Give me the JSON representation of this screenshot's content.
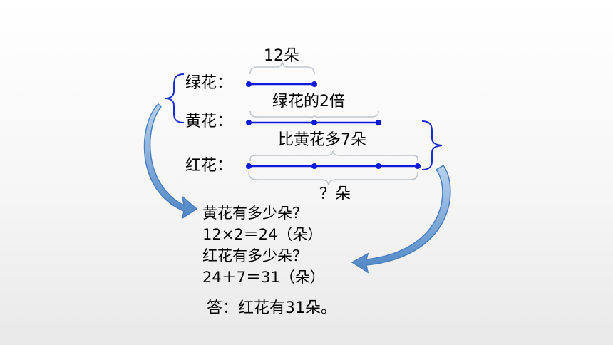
{
  "labels": {
    "green": "绿花：",
    "yellow": "黄花：",
    "red": "红花："
  },
  "annotations": {
    "green_count": "12朵",
    "yellow_relation": "绿花的2倍",
    "red_relation": "比黄花多7朵",
    "red_unknown": "？朵"
  },
  "solution": {
    "q1": "黄花有多少朵？",
    "eq1": "12×2＝24（朵）",
    "q2": "红花有多少朵？",
    "eq2": "24＋7＝31（朵）",
    "answer": "答：红花有31朵。"
  },
  "colors": {
    "segment": "#0a1ad8",
    "bracket": "#1a2ad8",
    "arrow": "#5b8fd0"
  }
}
